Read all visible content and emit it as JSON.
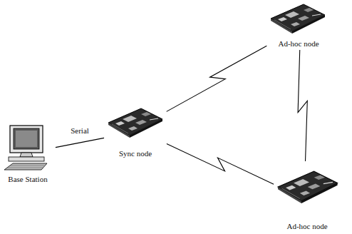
{
  "diagram": {
    "nodes": [
      {
        "text": [
          "Base Station"
        ]
      },
      {
        "text": [
          "Sync node"
        ]
      },
      {
        "text": [
          "Ad-hoc node"
        ]
      },
      {
        "text": [
          "Ad-hoc node"
        ]
      }
    ],
    "edges": [
      {
        "from": 0,
        "to": 1,
        "label": "Serial",
        "arrow": "none"
      },
      {
        "from": 1,
        "to": 2,
        "arrow": "none"
      },
      {
        "from": 1,
        "to": 3,
        "arrow": "none"
      },
      {
        "from": 2,
        "to": 3,
        "arrow": "none"
      }
    ]
  }
}
